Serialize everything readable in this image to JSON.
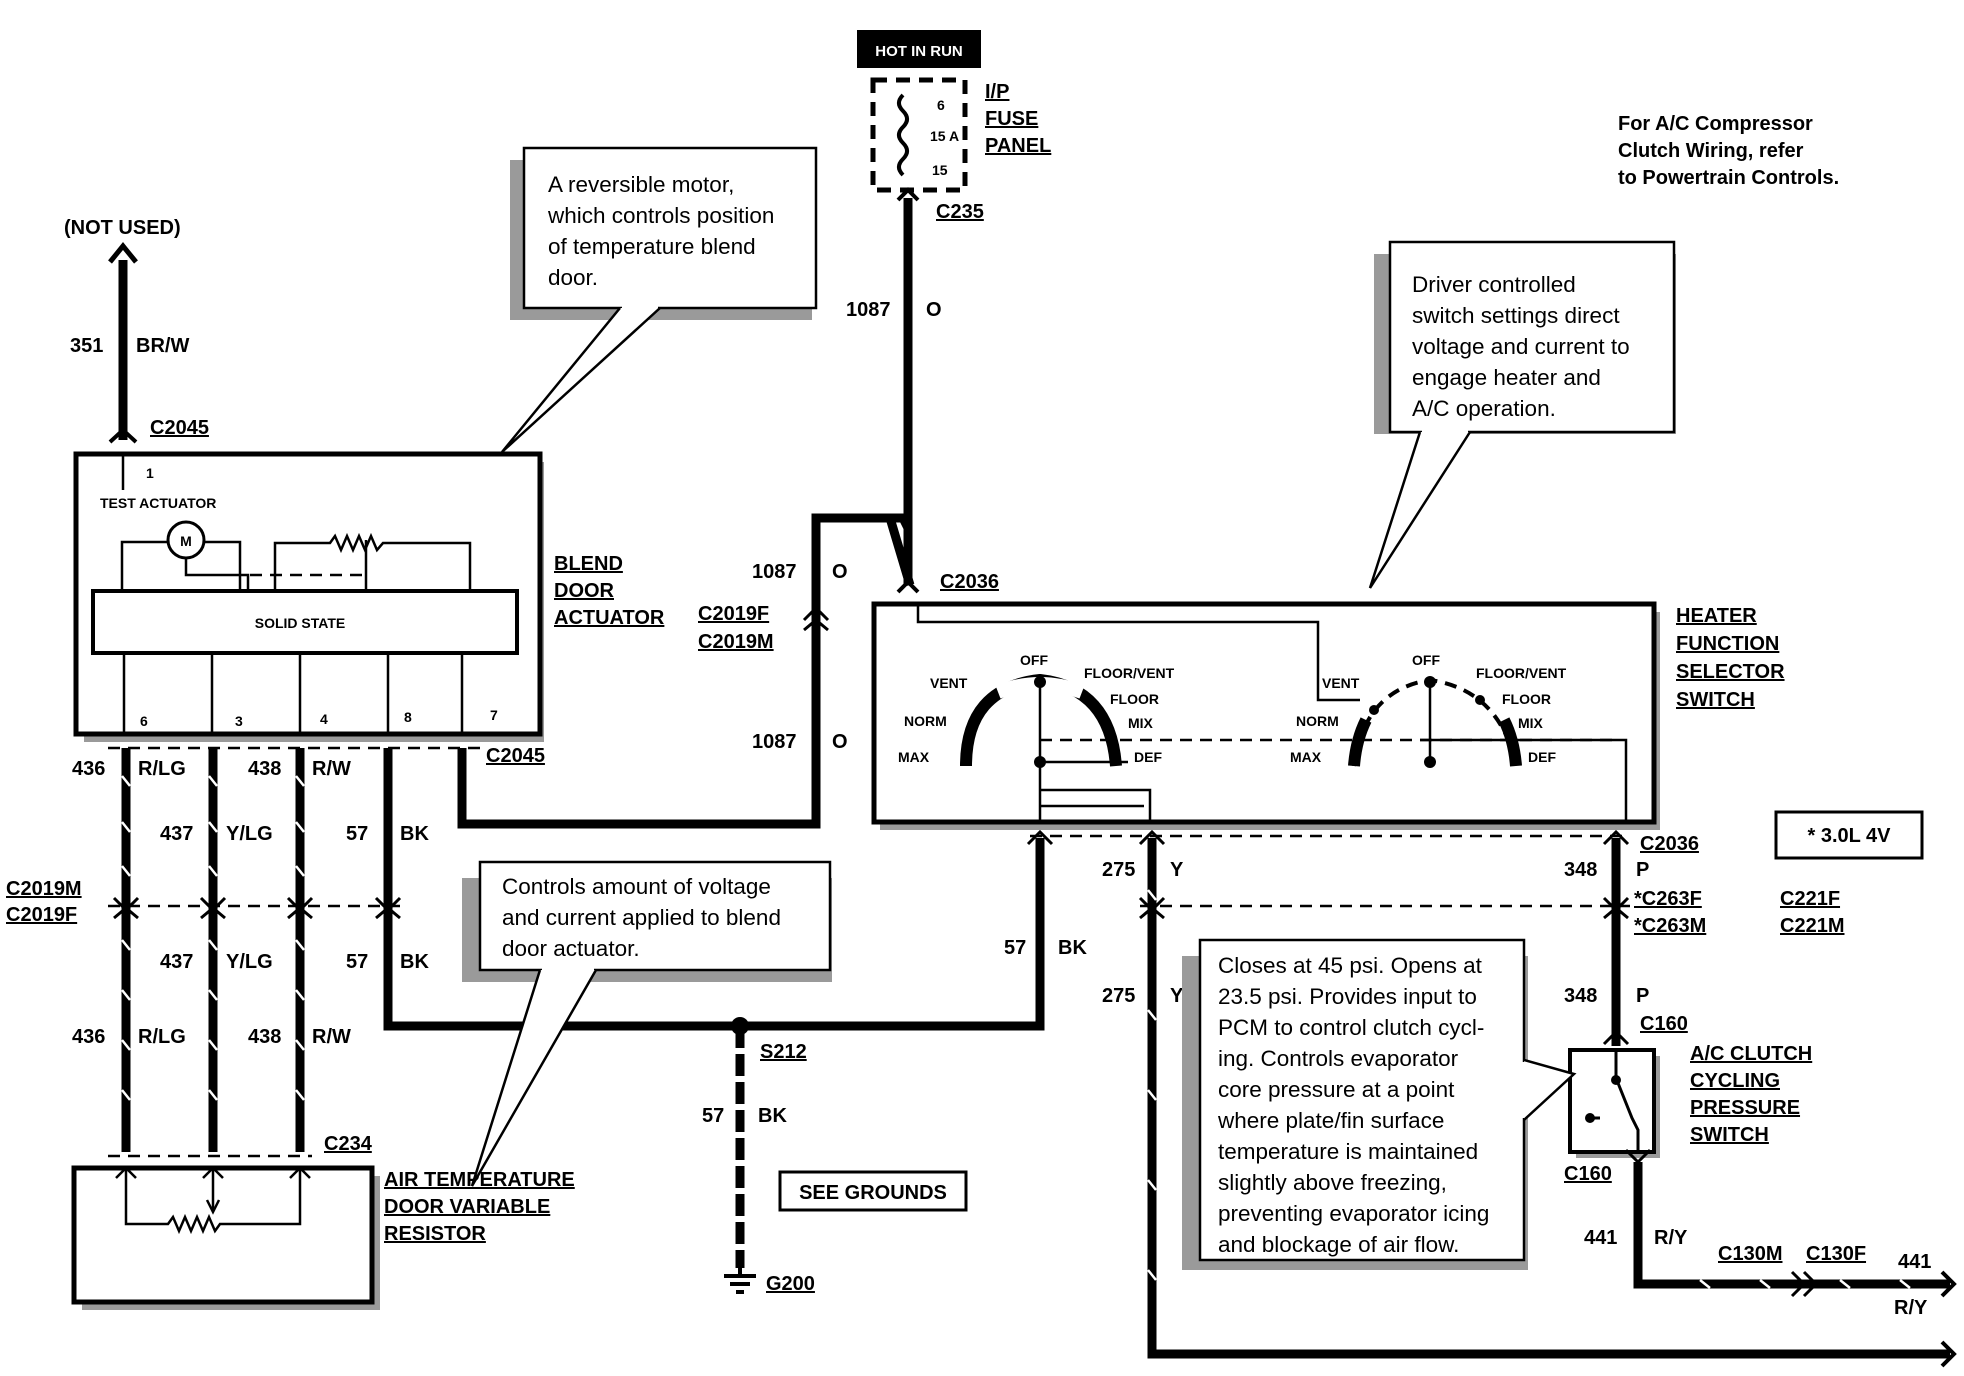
{
  "hot_in_run": "HOT IN RUN",
  "fuse": {
    "pin_top": "6",
    "rating": "15 A",
    "pin_bottom": "15",
    "label": [
      "I/P",
      "FUSE",
      "PANEL"
    ],
    "connector": "C235"
  },
  "note_compressor": [
    "For A/C Compressor",
    "Clutch Wiring, refer",
    "to Powertrain Controls."
  ],
  "not_used": "(NOT USED)",
  "callouts": {
    "blend_motor": [
      "A reversible motor,",
      "which controls position",
      "of temperature blend",
      "door."
    ],
    "driver_switch": [
      "Driver controlled",
      "switch settings direct",
      "voltage and current to",
      "engage heater and",
      "A/C operation."
    ],
    "resistor": [
      "Controls amount of voltage",
      "and current applied to blend",
      "door actuator."
    ],
    "pressure": [
      "Closes at 45 psi. Opens at",
      "23.5 psi. Provides input to",
      "PCM to control clutch cycl-",
      "ing. Controls evaporator",
      "core pressure at a point",
      "where plate/fin surface",
      "temperature is maintained",
      "slightly above freezing,",
      "preventing evaporator icing",
      "and blockage of air flow."
    ]
  },
  "components": {
    "blend_actuator": [
      "BLEND",
      "DOOR",
      "ACTUATOR"
    ],
    "test_actuator": "TEST ACTUATOR",
    "solid_state": "SOLID STATE",
    "motor": "M",
    "heater_switch": [
      "HEATER",
      "FUNCTION",
      "SELECTOR",
      "SWITCH"
    ],
    "resistor": [
      "AIR TEMPERATURE",
      "DOOR VARIABLE",
      "RESISTOR"
    ],
    "clutch_switch": [
      "A/C CLUTCH",
      "CYCLING",
      "PRESSURE",
      "SWITCH"
    ],
    "see_grounds": "SEE GROUNDS",
    "engine_note": "* 3.0L 4V"
  },
  "switch_positions": {
    "off": "OFF",
    "vent": "VENT",
    "norm": "NORM",
    "max": "MAX",
    "floor_vent": "FLOOR/VENT",
    "floor": "FLOOR",
    "mix": "MIX",
    "def": "DEF"
  },
  "actuator_pins": [
    "1",
    "6",
    "3",
    "4",
    "8",
    "7"
  ],
  "connectors": {
    "c2045": "C2045",
    "c2019m": "C2019M",
    "c2019f": "C2019F",
    "c2036": "C2036",
    "c234": "C234",
    "s212": "S212",
    "g200": "G200",
    "c263f": "*C263F",
    "c263m": "*C263M",
    "c221f": "C221F",
    "c221m": "C221M",
    "c160": "C160",
    "c130m": "C130M",
    "c130f": "C130F"
  },
  "wires": {
    "w351": {
      "circuit": "351",
      "color": "BR/W"
    },
    "w1087": {
      "circuit": "1087",
      "color": "O"
    },
    "w436": {
      "circuit": "436",
      "color": "R/LG"
    },
    "w437": {
      "circuit": "437",
      "color": "Y/LG"
    },
    "w438": {
      "circuit": "438",
      "color": "R/W"
    },
    "w57": {
      "circuit": "57",
      "color": "BK"
    },
    "w275": {
      "circuit": "275",
      "color": "Y"
    },
    "w348": {
      "circuit": "348",
      "color": "P"
    },
    "w441": {
      "circuit": "441",
      "color": "R/Y"
    }
  }
}
